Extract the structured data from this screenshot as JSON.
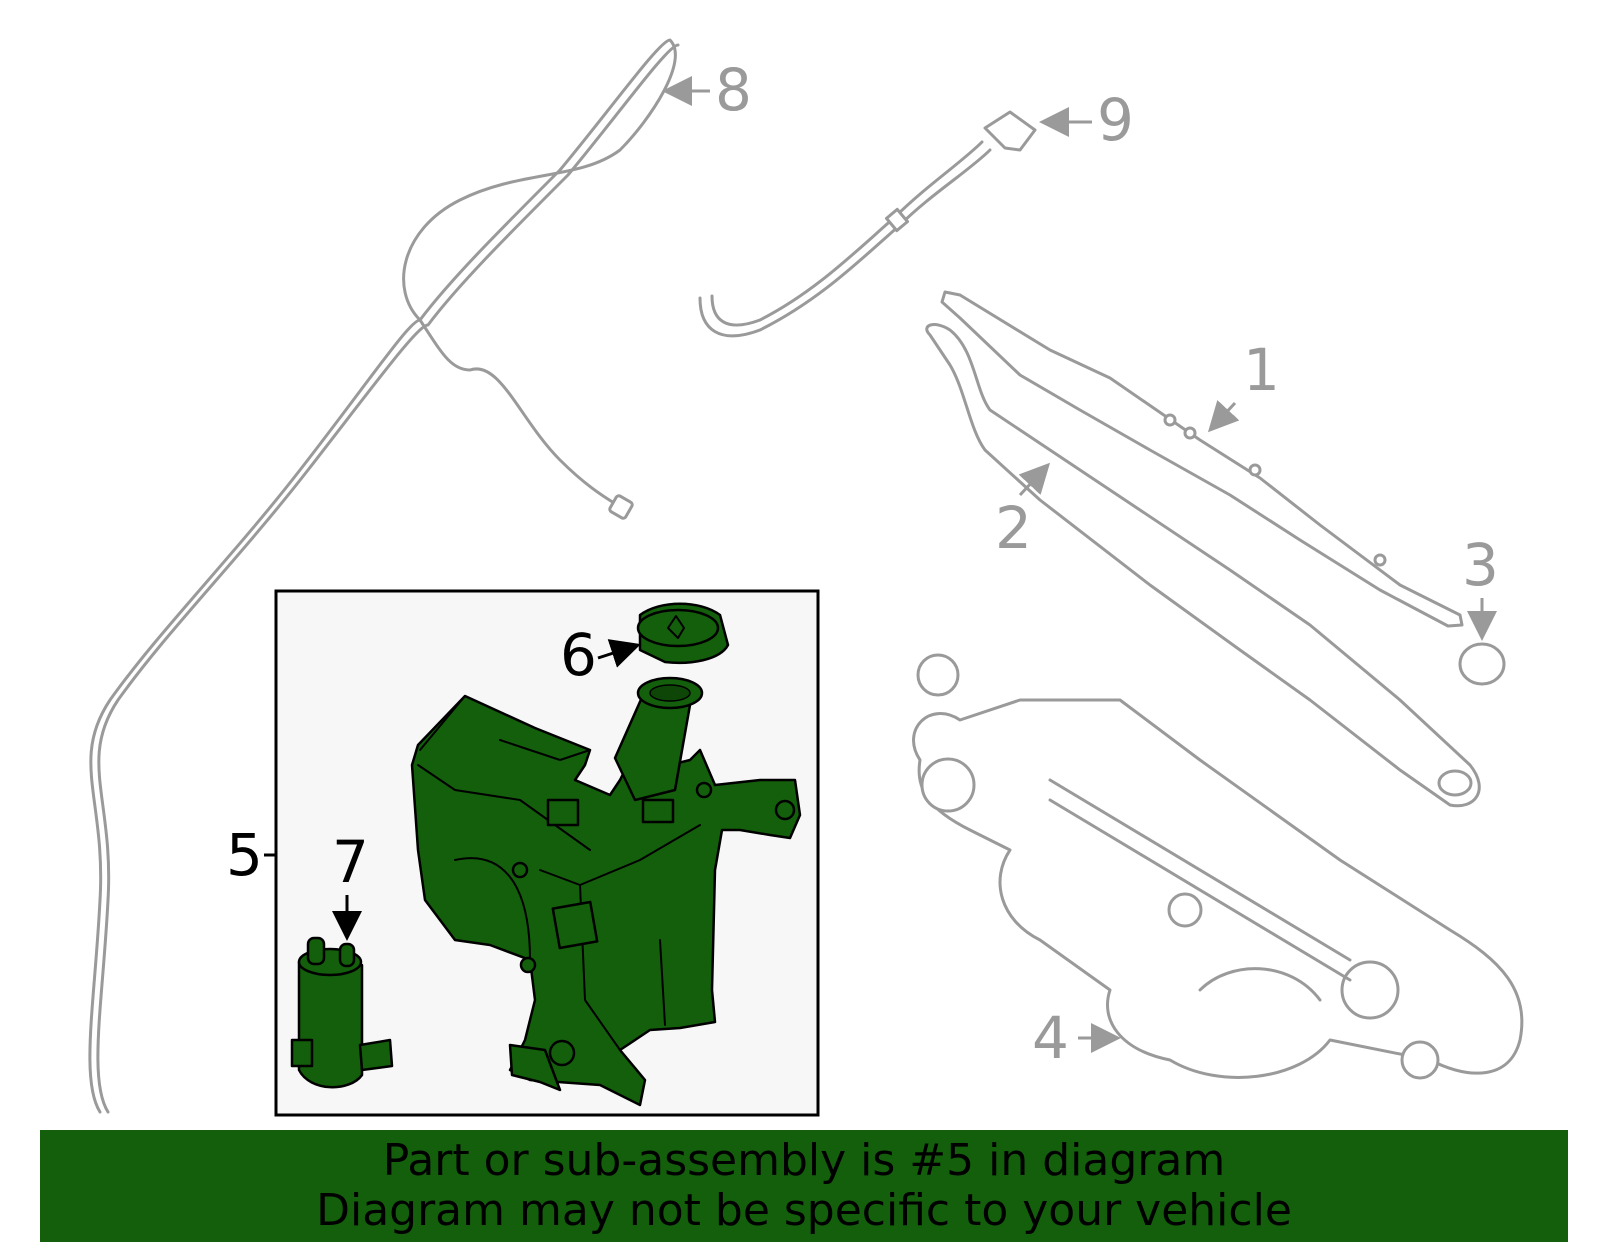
{
  "callouts": {
    "c1": "1",
    "c2": "2",
    "c3": "3",
    "c4": "4",
    "c5": "5",
    "c6": "6",
    "c7": "7",
    "c8": "8",
    "c9": "9"
  },
  "banner": {
    "line1": "Part or sub-assembly is #5 in diagram",
    "line2": "Diagram may not be specific to your vehicle"
  },
  "colors": {
    "highlight_green": "#135f0b",
    "part_gray": "#9a9a9a",
    "inset_bg": "#f7f7f7"
  }
}
